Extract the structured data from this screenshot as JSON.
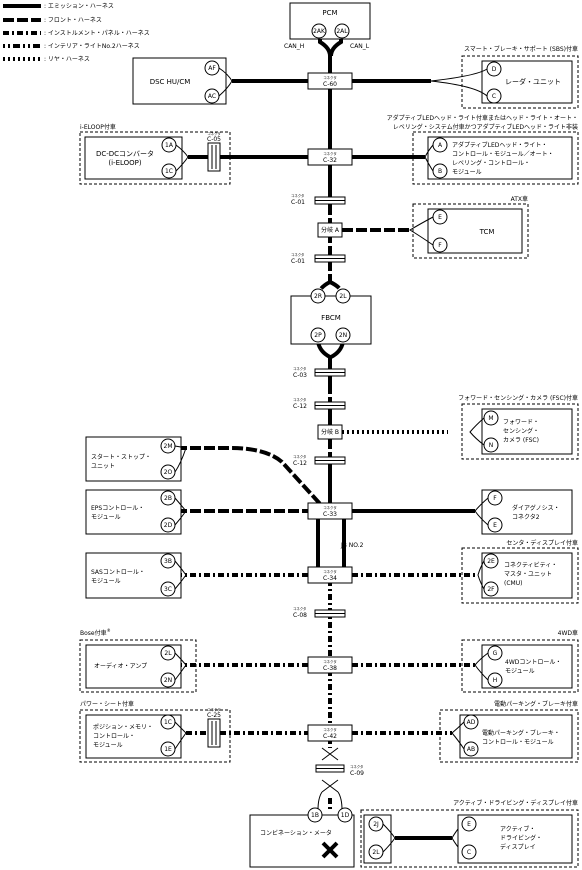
{
  "legend": [
    {
      "style": "em",
      "label": ": エミッション・ハーネス"
    },
    {
      "style": "fr",
      "label": ": フロント・ハーネス"
    },
    {
      "style": "ip",
      "label": ": インストルメント・パネル・ハーネス"
    },
    {
      "style": "in",
      "label": ": インテリア・ライトNo.2ハーネス"
    },
    {
      "style": "re",
      "label": ": リヤ・ハーネス"
    }
  ],
  "pcm": {
    "label": "PCM",
    "pins": [
      "2AK",
      "2AL"
    ],
    "can_h": "CAN_H",
    "can_l": "CAN_L"
  },
  "dsc": {
    "label": "DSC HU/CM",
    "pins": [
      "AF",
      "AC"
    ]
  },
  "conn_word": "コネクタ",
  "conn_c60": "C-60",
  "sbs": {
    "title": "スマート・ブレーキ・サポート (SBS)付車",
    "label": "レーダ・ユニット",
    "pins": [
      "D",
      "C"
    ]
  },
  "ieloop": {
    "title": "i-ELOOP付車",
    "label1": "DC-DCコンバータ",
    "label2": "(i-ELOOP)",
    "pins": [
      "1A",
      "1C"
    ],
    "conn": "C-05"
  },
  "conn_c32": "C-32",
  "adaptive": {
    "title1": "アダプティブLEDヘッド・ライト付車またはヘッド・ライト・オート・",
    "title2": "レベリング・システム付車かつアダプティブLEDヘッド・ライト非装",
    "label1": "アダプティブLEDヘッド・ライト・",
    "label2": "コントロール・モジュール／オート・",
    "label3": "レベリング・コントロール・",
    "label4": "モジュール",
    "pins": [
      "A",
      "B"
    ]
  },
  "conn_c01": "C-01",
  "branch_a": "分岐 A",
  "tcm": {
    "title": "ATX車",
    "label": "TCM",
    "pins": [
      "E",
      "F"
    ]
  },
  "fbcm": {
    "label": "FBCM",
    "pins_top": [
      "2R",
      "2L"
    ],
    "pins_bottom": [
      "2P",
      "2N"
    ]
  },
  "conn_c03": "C-03",
  "conn_c12": "C-12",
  "fsc": {
    "title": "フォワード・センシング・カメラ (FSC)付車",
    "label1": "フォワード・",
    "label2": "センシング・",
    "label3": "カメラ (FSC)",
    "pins": [
      "M",
      "N"
    ]
  },
  "branch_b": "分岐 B",
  "start_stop": {
    "label1": "スタート・ストップ・",
    "label2": "ユニット",
    "pins": [
      "2M",
      "2O"
    ]
  },
  "eps": {
    "label1": "EPSコントロール・",
    "label2": "モジュール",
    "pins": [
      "2B",
      "2D"
    ]
  },
  "conn_c33": "C-33",
  "dlc": {
    "label1": "ダイアグノシス・",
    "label2": "コネクタ2",
    "pins": [
      "F",
      "E"
    ]
  },
  "jb": "JB NO.2",
  "cmu": {
    "title": "センタ・ディスプレイ付車",
    "label1": "コネクティビティ・",
    "label2": "マスタ・ユニット",
    "label3": "(CMU)",
    "pins": [
      "2E",
      "2F"
    ]
  },
  "sas": {
    "label1": "SASコントロール・",
    "label2": "モジュール",
    "pins": [
      "3B",
      "3C"
    ]
  },
  "conn_c34": "C-34",
  "conn_c08": "C-08",
  "bose": {
    "title": "Bose付車",
    "title_sup": "®",
    "label": "オーディオ・アンプ",
    "pins": [
      "2L",
      "2N"
    ]
  },
  "conn_c38": "C-38",
  "awd": {
    "title": "4WD車",
    "label1": "4WDコントロール・",
    "label2": "モジュール",
    "pins": [
      "G",
      "H"
    ]
  },
  "seat": {
    "title": "パワー・シート付車",
    "label1": "ポジション・メモリ・",
    "label2": "コントロール・",
    "label3": "モジュール",
    "pins": [
      "1C",
      "1E"
    ],
    "conn": "C-25"
  },
  "conn_c42": "C-42",
  "epb": {
    "title": "電動パーキング・ブレーキ付車",
    "label1": "電動パーキング・ブレーキ・",
    "label2": "コントロール・モジュール",
    "pins": [
      "AD",
      "AB"
    ]
  },
  "conn_c09": "C-09",
  "meter": {
    "label": "コンビネーション・メータ",
    "pins": [
      "1B",
      "1D"
    ]
  },
  "add": {
    "title": "アクティブ・ドライビング・ディスプレイ付車",
    "label1": "アクティブ・",
    "label2": "ドライビング・",
    "label3": "ディスプレイ",
    "pins_left": [
      "2J",
      "2L"
    ],
    "pins_right": [
      "E",
      "C"
    ]
  }
}
